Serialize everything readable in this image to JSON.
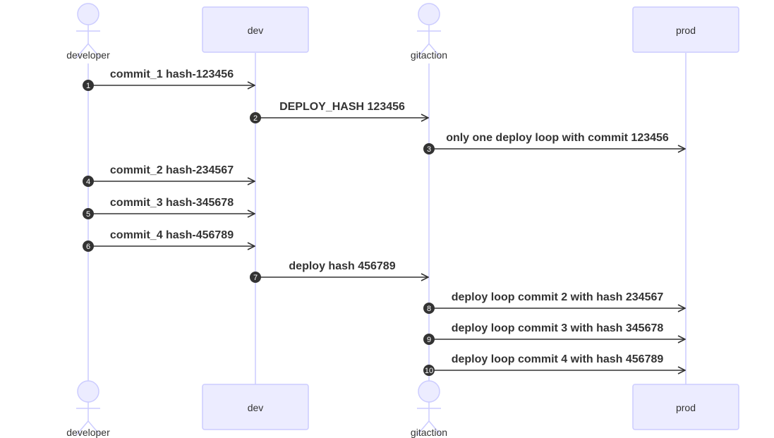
{
  "colors": {
    "participant_fill": "#ECECFF",
    "participant_stroke": "#CCCCFF",
    "lifeline": "#CCCCFF",
    "arrow": "#333333",
    "badge": "#333333",
    "text": "#333333"
  },
  "participants": [
    {
      "id": "developer",
      "label": "developer",
      "kind": "actor"
    },
    {
      "id": "dev",
      "label": "dev",
      "kind": "box"
    },
    {
      "id": "gitaction",
      "label": "gitaction",
      "kind": "actor"
    },
    {
      "id": "prod",
      "label": "prod",
      "kind": "box"
    }
  ],
  "messages": [
    {
      "number": "1",
      "from": "developer",
      "to": "dev",
      "text": "commit_1 hash-123456"
    },
    {
      "number": "2",
      "from": "dev",
      "to": "gitaction",
      "text": "DEPLOY_HASH 123456"
    },
    {
      "number": "3",
      "from": "gitaction",
      "to": "prod",
      "text": "only one deploy loop with commit 123456"
    },
    {
      "number": "4",
      "from": "developer",
      "to": "dev",
      "text": "commit_2 hash-234567"
    },
    {
      "number": "5",
      "from": "developer",
      "to": "dev",
      "text": "commit_3 hash-345678"
    },
    {
      "number": "6",
      "from": "developer",
      "to": "dev",
      "text": "commit_4 hash-456789"
    },
    {
      "number": "7",
      "from": "dev",
      "to": "gitaction",
      "text": "deploy hash 456789"
    },
    {
      "number": "8",
      "from": "gitaction",
      "to": "prod",
      "text": "deploy loop commit 2 with hash 234567"
    },
    {
      "number": "9",
      "from": "gitaction",
      "to": "prod",
      "text": "deploy loop commit 3 with hash 345678"
    },
    {
      "number": "10",
      "from": "gitaction",
      "to": "prod",
      "text": "deploy loop commit 4 with hash 456789"
    }
  ]
}
